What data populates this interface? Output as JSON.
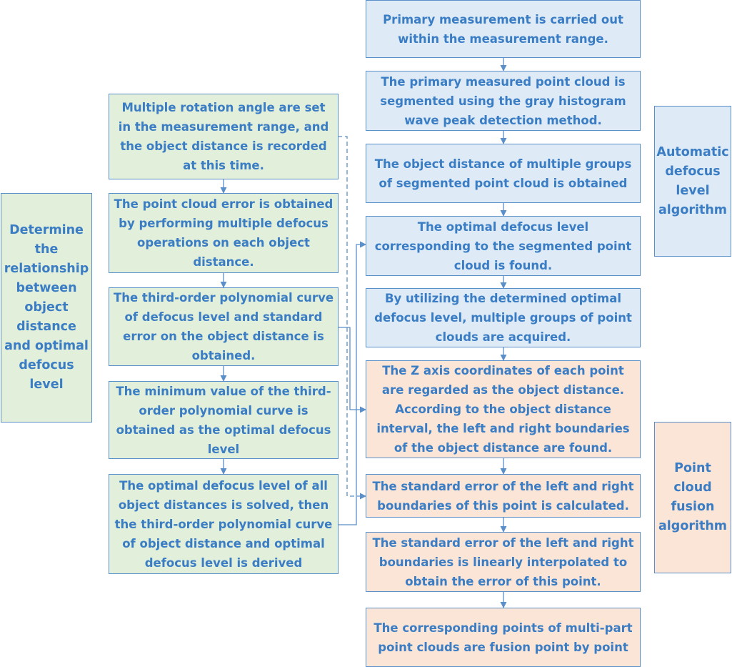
{
  "left_label": "Determine the relationship between object distance and optimal defocus level",
  "right_labels": {
    "auto": "Automatic defocus level algorithm",
    "fusion": "Point cloud fusion algorithm"
  },
  "green_steps": [
    "Multiple rotation angle are set in the measurement range, and the object distance is recorded at this time.",
    "The point cloud error is obtained by performing multiple defocus operations on each object distance.",
    "The third-order polynomial curve of defocus level and standard error on the object distance is obtained.",
    "The minimum value of the third-order polynomial curve is obtained as the optimal defocus level",
    "The optimal defocus level of all object distances is solved, then the third-order polynomial curve of object distance and optimal defocus level is derived"
  ],
  "blue_steps": [
    "Primary measurement is carried out within the measurement range.",
    "The primary measured point cloud is segmented using the gray histogram wave peak detection method.",
    "The object distance of multiple groups of  segmented point cloud is obtained",
    "The optimal defocus level corresponding to the segmented point cloud is found.",
    "By utilizing the determined optimal defocus level, multiple groups of point clouds are acquired."
  ],
  "orange_steps": [
    "The Z axis coordinates of each point are regarded as the object distance. According to the object distance interval, the left and right boundaries of the object distance are found.",
    "The standard error of the left and right boundaries of this point is calculated.",
    "The standard error of the left and right boundaries is linearly interpolated to obtain the error of this point.",
    "The corresponding points of multi-part point clouds are fusion point by point"
  ]
}
